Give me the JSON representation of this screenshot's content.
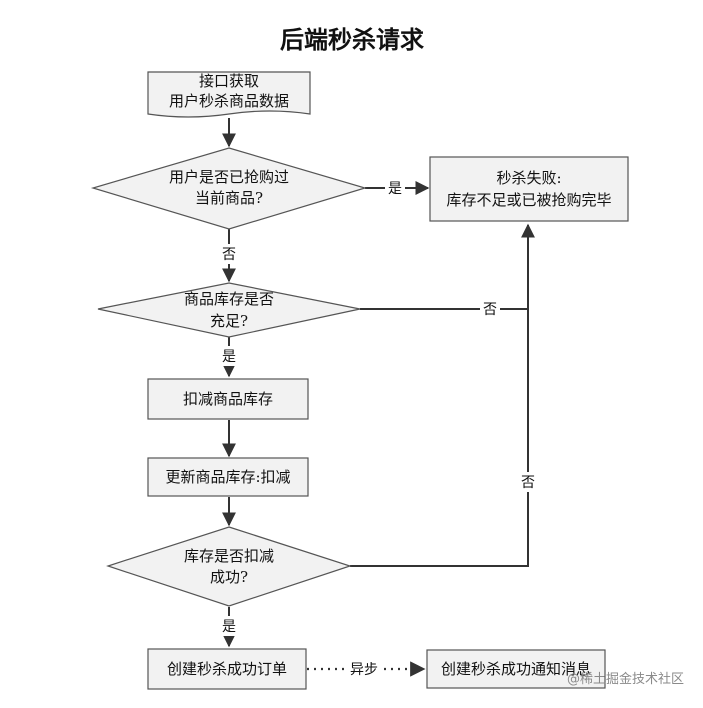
{
  "title": "后端秒杀请求",
  "nodes": {
    "get_data": {
      "line1": "接口获取",
      "line2": "用户秒杀商品数据"
    },
    "check_bought": {
      "line1": "用户是否已抢购过",
      "line2": "当前商品?"
    },
    "fail": {
      "line1": "秒杀失败:",
      "line2": "库存不足或已被抢购完毕"
    },
    "check_stock": {
      "line1": "商品库存是否",
      "line2": "充足?"
    },
    "deduct": {
      "text": "扣减商品库存"
    },
    "update": {
      "text": "更新商品库存:扣减"
    },
    "check_success": {
      "line1": "库存是否扣减",
      "line2": "成功?"
    },
    "create_order": {
      "text": "创建秒杀成功订单"
    },
    "notify": {
      "text": "创建秒杀成功通知消息"
    }
  },
  "edge_labels": {
    "bought_yes": "是",
    "bought_no": "否",
    "stock_no": "否",
    "stock_yes": "是",
    "success_no": "否",
    "success_yes": "是",
    "async": "异步"
  },
  "watermark": "@稀土掘金技术社区",
  "colors": {
    "shape_fill": "#f2f2f2",
    "stroke": "#555555",
    "arrow": "#333333"
  }
}
